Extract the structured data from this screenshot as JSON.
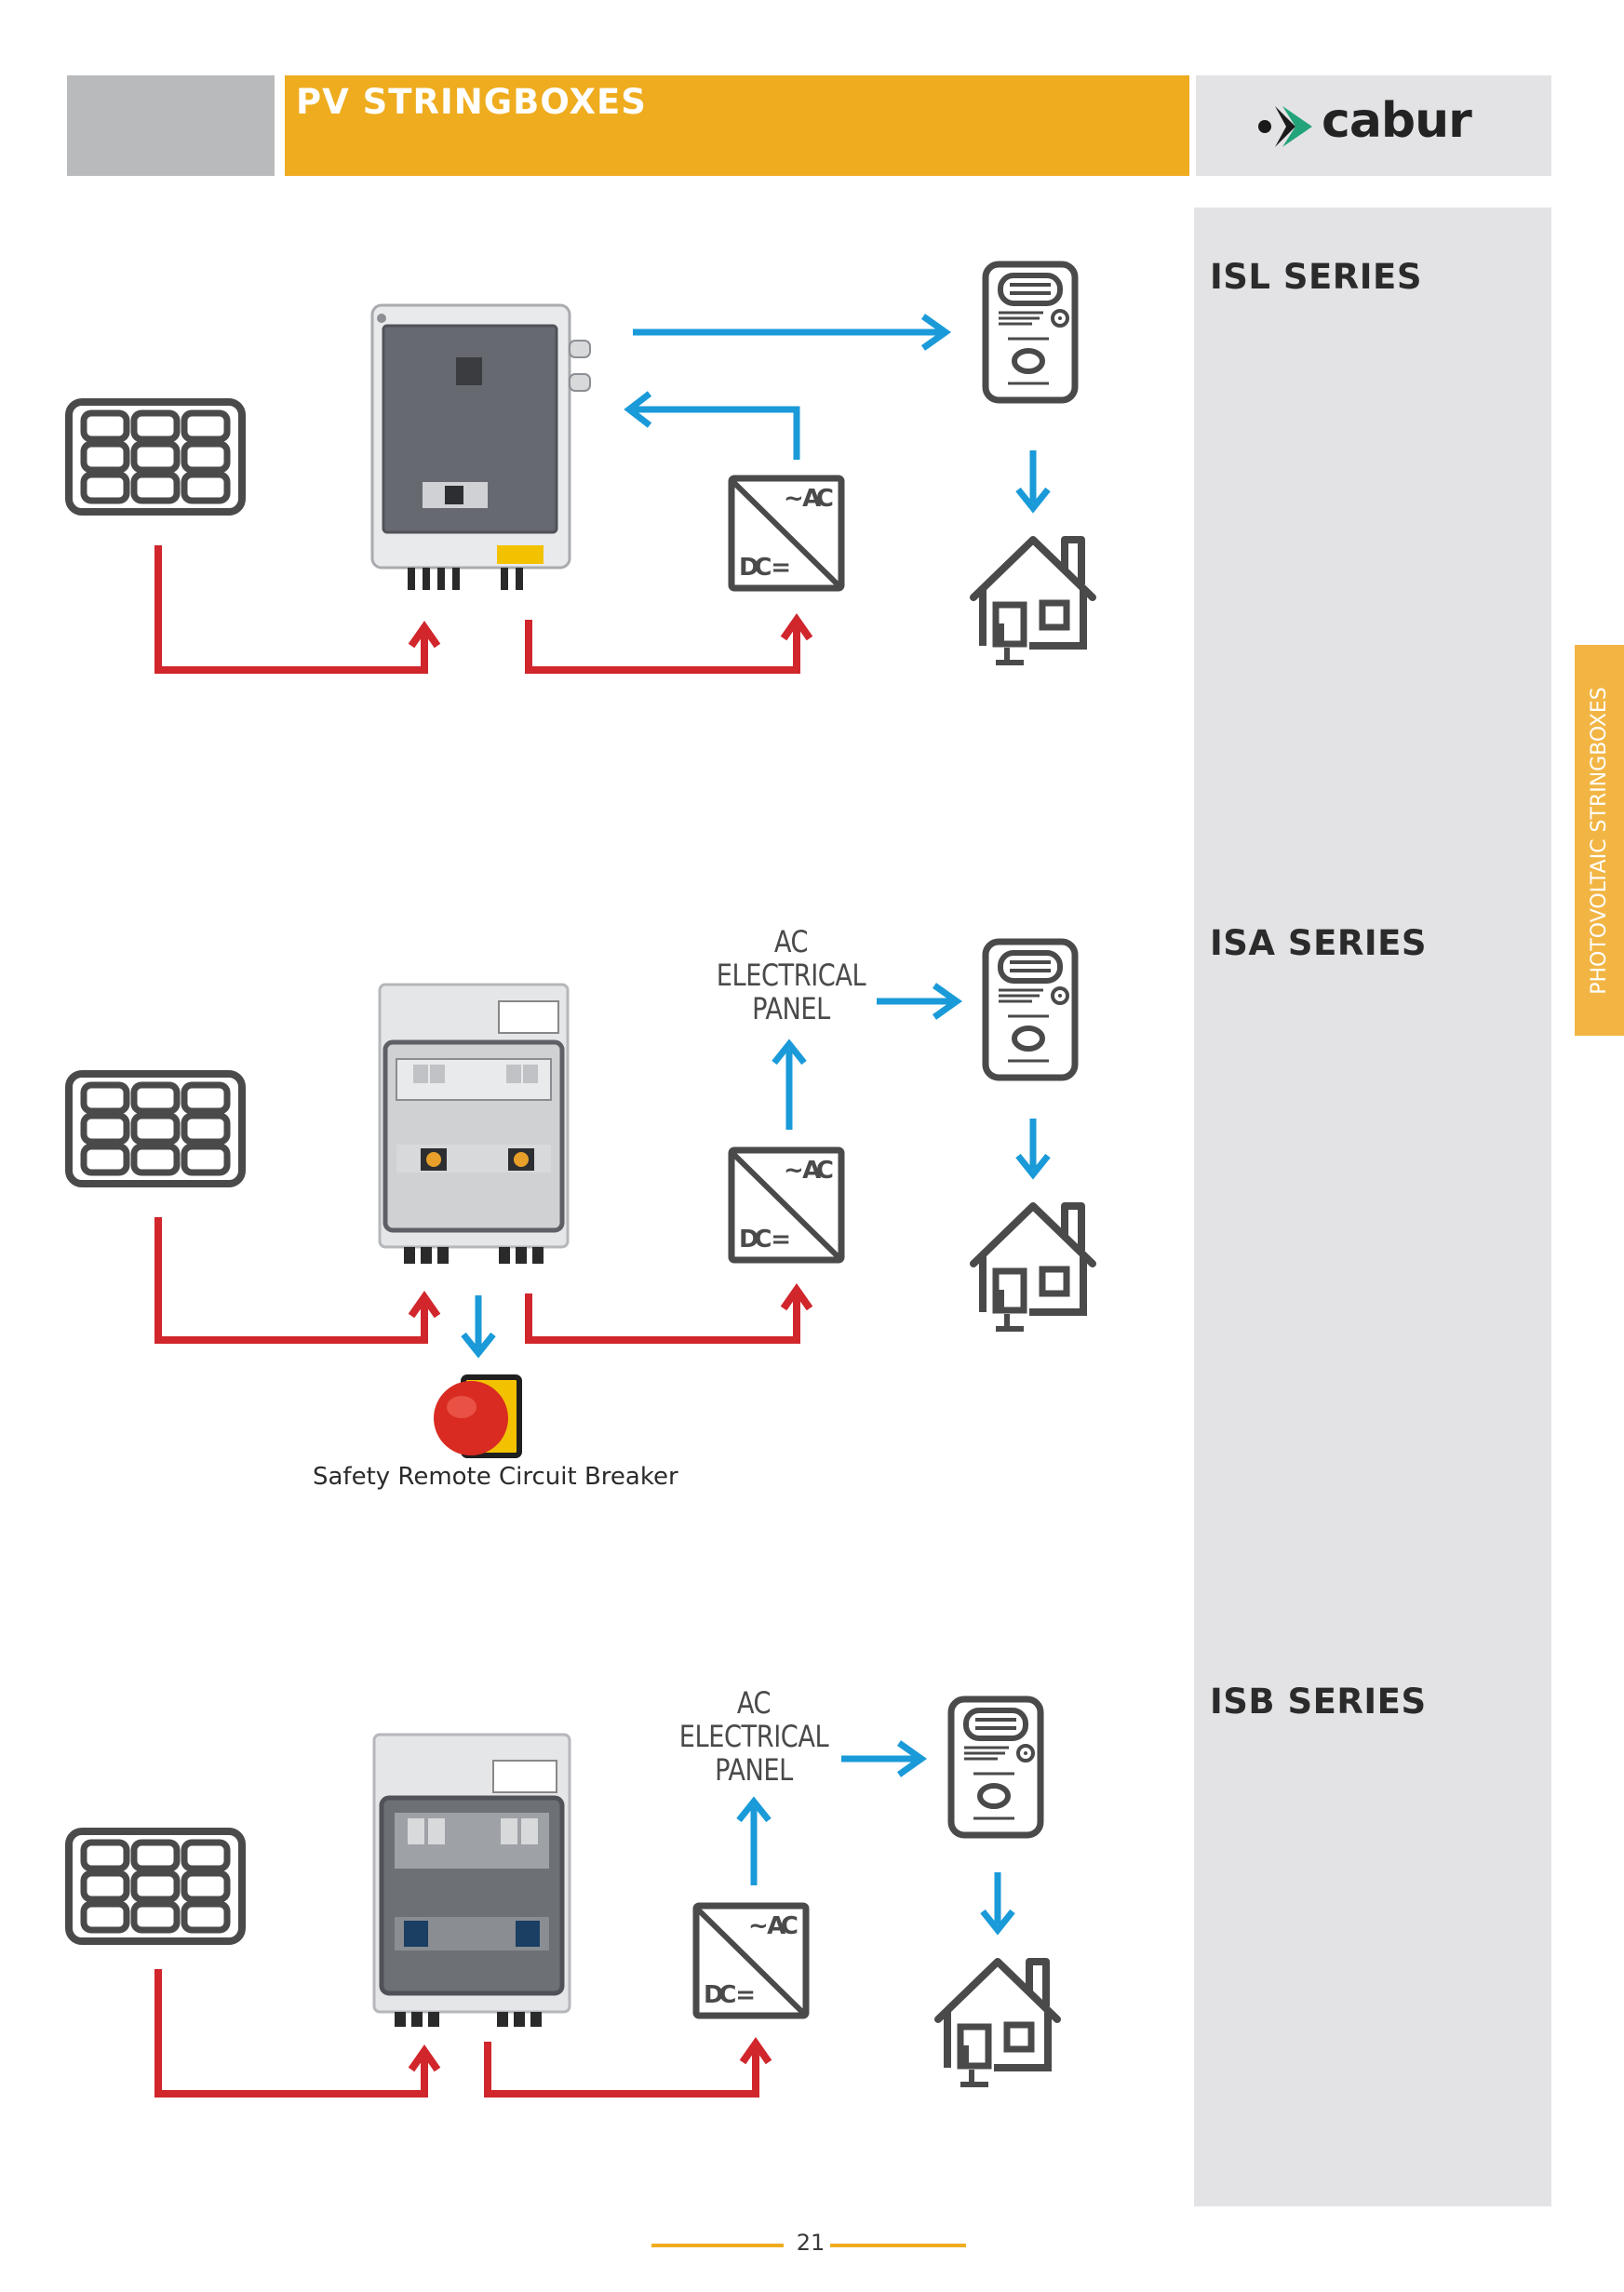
{
  "header": {
    "title": "PV STRINGBOXES",
    "brand": "cabur"
  },
  "side_tab": {
    "label": "PHOTOVOLTAIC STRINGBOXES"
  },
  "sections": [
    {
      "series": "ISL SERIES"
    },
    {
      "series": "ISA SERIES",
      "panel_label": [
        "AC",
        "ELECTRICAL",
        "PANEL"
      ],
      "caption": "Safety Remote Circuit Breaker"
    },
    {
      "series": "ISB SERIES",
      "panel_label": [
        "AC",
        "ELECTRICAL",
        "PANEL"
      ]
    }
  ],
  "inverter": {
    "ac": "~ AC",
    "dc": "DC ="
  },
  "page_number": "21",
  "colors": {
    "orange": "#eeac1e",
    "red_line": "#d0262c",
    "blue_arrow": "#1a9ad8",
    "icon_grey": "#4a4a4a"
  }
}
